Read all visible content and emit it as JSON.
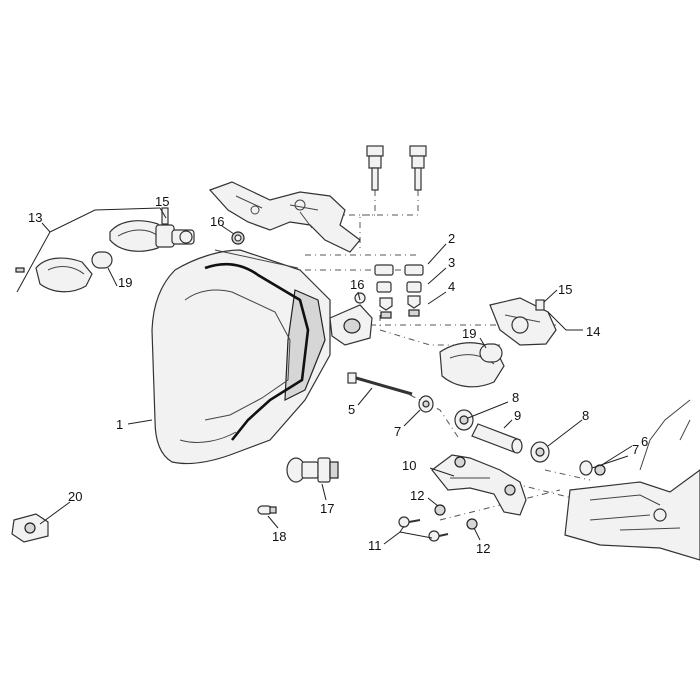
{
  "callouts": [
    {
      "id": "c1",
      "text": "1"
    },
    {
      "id": "c2",
      "text": "2"
    },
    {
      "id": "c3",
      "text": "3"
    },
    {
      "id": "c4",
      "text": "4"
    },
    {
      "id": "c5",
      "text": "5"
    },
    {
      "id": "c6",
      "text": "6"
    },
    {
      "id": "c7a",
      "text": "7"
    },
    {
      "id": "c7b",
      "text": "7"
    },
    {
      "id": "c8a",
      "text": "8"
    },
    {
      "id": "c8b",
      "text": "8"
    },
    {
      "id": "c9",
      "text": "9"
    },
    {
      "id": "c10",
      "text": "10"
    },
    {
      "id": "c11",
      "text": "11"
    },
    {
      "id": "c12a",
      "text": "12"
    },
    {
      "id": "c12b",
      "text": "12"
    },
    {
      "id": "c13",
      "text": "13"
    },
    {
      "id": "c14",
      "text": "14"
    },
    {
      "id": "c15a",
      "text": "15"
    },
    {
      "id": "c15b",
      "text": "15"
    },
    {
      "id": "c16a",
      "text": "16"
    },
    {
      "id": "c16b",
      "text": "16"
    },
    {
      "id": "c17",
      "text": "17"
    },
    {
      "id": "c18",
      "text": "18"
    },
    {
      "id": "c19a",
      "text": "19"
    },
    {
      "id": "c19b",
      "text": "19"
    },
    {
      "id": "c20",
      "text": "20"
    }
  ]
}
